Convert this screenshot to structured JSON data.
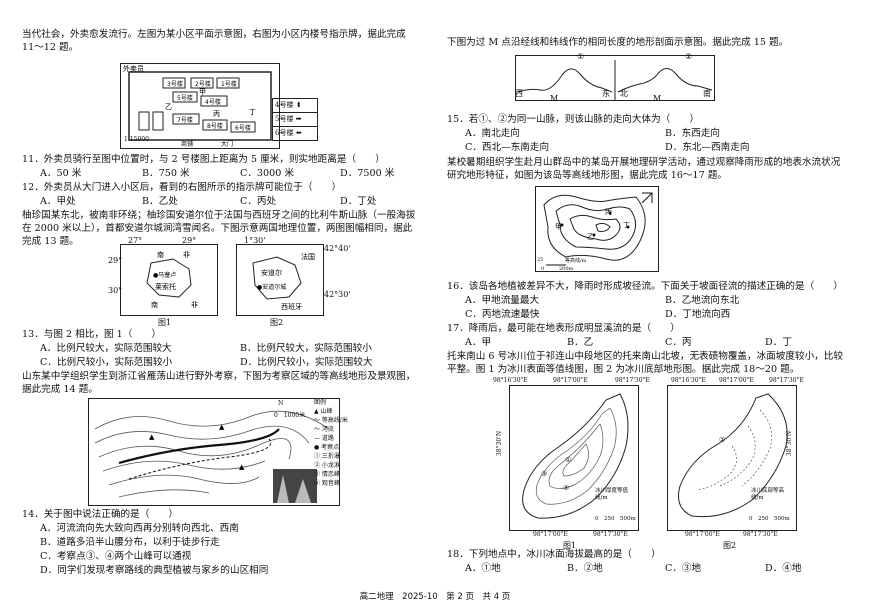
{
  "left": {
    "intro1": "当代社会，外卖愈发流行。左图为某小区平面示意图，右图为小区内楼号指示牌，据此完成 11～12 题。",
    "fig1": {
      "labels": [
        "外卖员",
        "1号楼",
        "2号楼",
        "3号楼",
        "4号楼",
        "5号楼",
        "6号楼",
        "8号楼",
        "甲",
        "乙",
        "丙",
        "丁",
        "大门",
        "商铺",
        "1:15000"
      ],
      "signs": [
        "4号楼",
        "5号楼",
        "6号楼"
      ]
    },
    "q11": {
      "stem": "11．外卖员骑行至图中位置时，与 2 号楼图上距离为 5 厘米，则实地距离是（　　）",
      "opts": [
        "A．50 米",
        "B．750 米",
        "C．3000 米",
        "D．7500 米"
      ]
    },
    "q12": {
      "stem": "12．外卖员从大门进入小区后，看到的右图所示的指示牌可能位于（　　）",
      "opts": [
        "A．甲处",
        "B．乙处",
        "C．丙处",
        "D．丁处"
      ]
    },
    "intro2": "柚珍国某东北，被南非环绕；柚珍国安道尔位于法国与西班牙之间的比利牛斯山脉（一般海拔在 2000 米以上），首都安道尔城涧湾雪闻名。下图示意两国地理位置，两图图幅相同，据此完成 13 题。",
    "fig2": {
      "coords": [
        "27°",
        "29°",
        "29°",
        "30°",
        "1°30'",
        "42°40'",
        "42°30'"
      ],
      "labels": [
        "南",
        "非",
        "马塞卢",
        "莱索托",
        "南",
        "非",
        "安道尔",
        "安道尔城",
        "法国",
        "西班牙"
      ],
      "captions": [
        "图1",
        "图2"
      ]
    },
    "q13": {
      "stem": "13．与图 2 相比，图 1（　　）",
      "opts": [
        "A．比例尺较大，实际范围较大",
        "B．比例尺较大，实际范围较小",
        "C．比例尺较小，实际范围较小",
        "D．比例尺较小，实际范围较大"
      ]
    },
    "intro3": "山东某中学组织学生到浙江省雁荡山进行野外考察，下图为考察区域的等高线地形及景观图，据此完成 14 题。",
    "fig3": {
      "scale": "0　1000米",
      "legend_title": "图例",
      "legend": [
        "▲ 山峰",
        "～ 等高线/米",
        "～ 河流",
        "— 道路",
        "● 考察点",
        "① 三折瀑",
        "② 小龙湫",
        "③ 情恋峰",
        "④ 观音峰"
      ],
      "north": "N"
    },
    "q14": {
      "stem": "14．关于图中说法正确的是（　　）",
      "opts": [
        "A．河流流向先大致向西再分别转向西北、西南",
        "B．道路多沿半山腰分布，以利于徒步行走",
        "C．考察点③、④两个山峰可以通视",
        "D．同学们发现考察路线的典型植被与家乡的山区相同"
      ]
    }
  },
  "right": {
    "intro1": "下图为过 M 点沿经线和纬线作的相同长度的地形剖面示意图。据此完成 15 题。",
    "fig4": {
      "labels": [
        "西",
        "M",
        "东",
        "北",
        "M",
        "南",
        "①",
        "②"
      ]
    },
    "q15": {
      "stem": "15．若①、②为同一山脉，则该山脉的走向大体为（　　）",
      "opts": [
        "A．南北走向",
        "B．东西走向",
        "C．西北—东南走向",
        "D．东北—西南走向"
      ]
    },
    "intro2": "某校暑期组织学生赴月山群岛中的某岛开展地理研学活动，通过观察降雨形成的地表水流状况研究地形特征，如图为该岛等高线地形图，据此完成 16～17 题。",
    "fig5": {
      "labels": [
        "甲",
        "乙",
        "丙",
        "丁",
        "等高线/m",
        "0",
        "200m",
        "25"
      ]
    },
    "q16": {
      "stem": "16．该岛各地植被差异不大，降雨时形成坡径流。下面关于坡面径流的描述正确的是（　　）",
      "opts": [
        "A．甲地流量最大",
        "B．乙地流向东北",
        "C．丙地流速最快",
        "D．丁地流向西"
      ]
    },
    "q17": {
      "stem": "17．降雨后，最可能在地表形成明显溪流的是（　　）",
      "opts": [
        "A．甲",
        "B．乙",
        "C．丙",
        "D．丁"
      ]
    },
    "intro3": "托来南山 6 号冰川位于祁连山中段地区的托来南山北坡，无表碛物覆盖，冰面坡度较小，比较平整。图 1 为冰川表面等值线图，图 2 为冰川底部地形图。据此完成 18～20 题。",
    "fig6": {
      "top_coords": [
        "98°16'30\"E",
        "98°17'00\"E",
        "98°17'30\"E",
        "98°16'30\"E",
        "98°17'00\"E",
        "98°17'30\"E"
      ],
      "side_coords": [
        "38°30'N",
        "38°30'N"
      ],
      "bottom_coords": [
        "98°17'00\"E",
        "98°17'30\"E",
        "98°17'00\"E",
        "98°17'30\"E"
      ],
      "legend1": "冰川厚度等值线/m",
      "legend2": "冰川底部等高线/m",
      "scales": [
        "0　250　500m",
        "0　250　500m"
      ],
      "captions": [
        "图1",
        "图2"
      ],
      "points": [
        "①",
        "②",
        "③",
        "④"
      ]
    },
    "q18": {
      "stem": "18．下列地点中，冰川冰面海拔最高的是（　　）",
      "opts": [
        "A．①地",
        "B．②地",
        "C．③地",
        "D．④地"
      ]
    }
  },
  "footer": "高二地理　2025-10　第 2 页　共 4 页"
}
